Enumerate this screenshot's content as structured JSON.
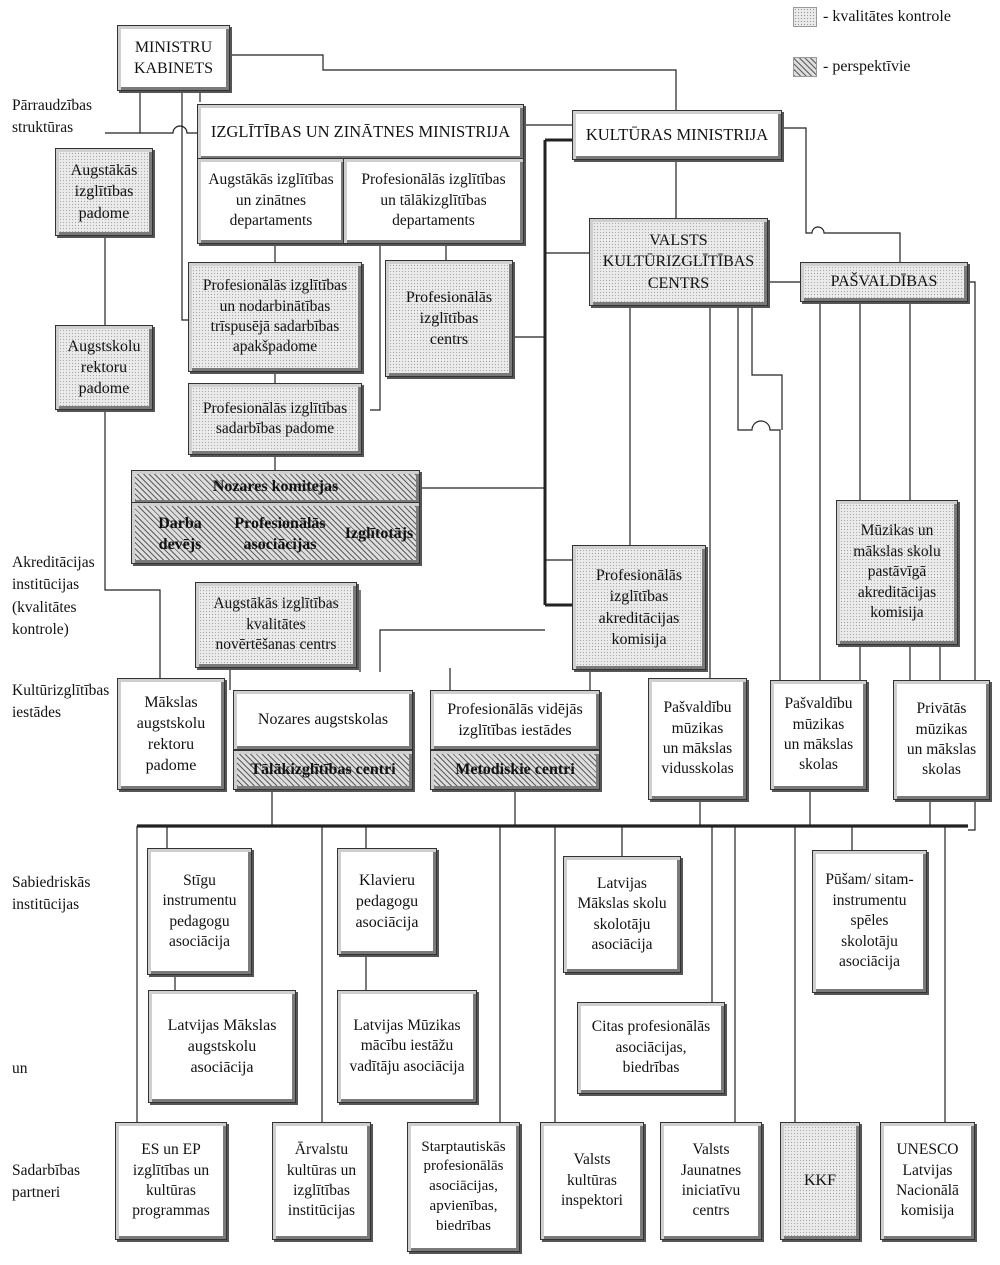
{
  "legend": {
    "quality_control": "- kvalitātes kontrole",
    "perspective": "- perspektīvie"
  },
  "row_labels": {
    "oversight": "Pārraudzības\nstruktūras",
    "accreditation": "Akreditācijas\ninstitūcijas\n(kvalitātes\nkontrole)",
    "culture_institutions": "Kultūrizglītības\niestādes",
    "public": "Sabiedriskās\ninstitūcijas",
    "and": "un",
    "partners": "Sadarbības\npartneri"
  },
  "boxes": {
    "ministru_kabinets": "MINISTRU\nKABINETS",
    "izm": "IZGLĪTĪBAS UN ZINĀTNES MINISTRIJA",
    "izm_dept_higher": "Augstākās izglītības\nun zinātnes\ndepartaments",
    "izm_dept_prof": "Profesionālās izglītības\nun tālākizglītības\ndepartaments",
    "km": "KULTŪRAS MINISTRIJA",
    "higher_council": "Augstākās\nizglītības\npadome",
    "rectors_council": "Augstskolu\nrektoru\npadome",
    "trilateral": "Profesionālās izglītības\nun nodarbinātības\ntrīspusējā sadarbības\napakšpadome",
    "coop_council": "Profesionālās izglītības\nsadarbības padome",
    "prof_centre": "Profesionālās\nizglītības\ncentrs",
    "vkic": "VALSTS\nKULTŪRIZGLĪTĪBAS\nCENTRS",
    "pasvaldibas": "PAŠVALDĪBAS",
    "industry_committees": "Nozares komitejas",
    "employer": "Darba\ndevējs",
    "prof_associations": "Profesionālās\nasociācijas",
    "educator": "Izglītotājs",
    "higher_quality_centre": "Augstākās izglītības\nkvalitātes\nnovērtēšanas centrs",
    "prof_accreditation": "Profesionālās\nizglītības\nakreditācijas\nkomisija",
    "music_accreditation": "Mūzikas un\nmākslas skolu\npastāvīgā\nakreditācijas\nkomisija",
    "art_rectors": "Mākslas\naugstskolu\nrektoru\npadome",
    "industry_universities": "Nozares augstskolas",
    "further_ed_centres": "Tālākizglītības centri",
    "prof_secondary": "Profesionālās vidējās\nizglītības iestādes",
    "methodical_centres": "Metodiskie centri",
    "muni_music_secondary": "Pašvaldību\nmūzikas\nun mākslas\nvidusskolas",
    "muni_music_schools": "Pašvaldību\nmūzikas\nun mākslas\nskolas",
    "private_music_schools": "Privātās\nmūzikas\nun mākslas\nskolas",
    "string_teachers": "Stīgu\ninstrumentu\npedagogu\nasociācija",
    "piano_teachers": "Klavieru\npedagogu\nasociācija",
    "art_school_teachers": "Latvijas\nMākslas skolu\nskolotāju\nasociācija",
    "wind_teachers": "Pūšam/ sitam-\ninstrumentu\nspēles\nskolotāju\nasociācija",
    "art_universities_assoc": "Latvijas Mākslas\naugstskolu\nasociācija",
    "music_directors_assoc": "Latvijas Mūzikas\nmācību iestāžu\nvadītāju asociācija",
    "other_associations": "Citas profesionālās\nasociācijas,\nbiedrības",
    "eu_programmes": "ES un EP\nizglītības un\nkultūras\nprogrammas",
    "foreign_institutions": "Ārvalstu\nkultūras un\nizglītības\ninstitūcijas",
    "international_assoc": "Starptautiskās\nprofesionālās\nasociācijas,\napvienības,\nbiedrības",
    "culture_inspectors": "Valsts\nkultūras\ninspektori",
    "youth_centre": "Valsts\nJaunatnes\niniciatīvu\ncentrs",
    "kkf": "KKF",
    "unesco": "UNESCO\nLatvijas\nNacionālā\nkomisija"
  }
}
